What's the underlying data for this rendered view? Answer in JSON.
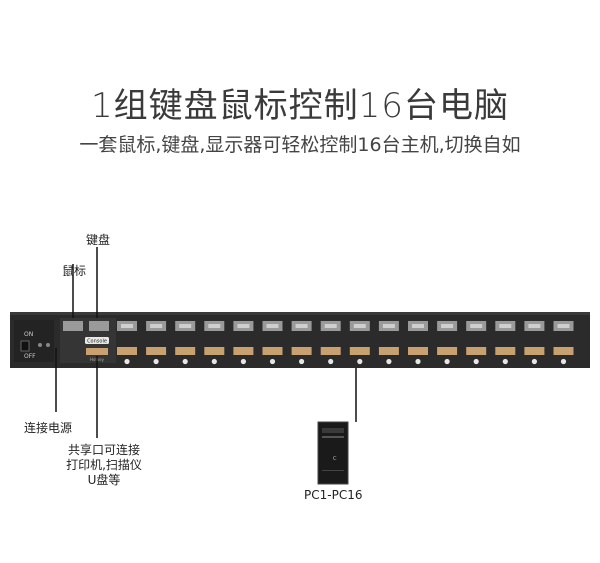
{
  "header": {
    "title": "1组键盘鼠标控制16台电脑",
    "subtitle": "一套鼠标,键盘,显示器可轻松控制16台主机,切换自如"
  },
  "device": {
    "power_on_label": "ON",
    "power_off_label": "OFF",
    "console_badge": "Console",
    "usb_label": "Hotkey",
    "port_count": 16
  },
  "callouts": {
    "keyboard": "键盘",
    "mouse": "鼠标",
    "power": "连接电源",
    "shared_port_lines": [
      "共享口可连接",
      "打印机,扫描仪",
      "U盘等"
    ],
    "pc_range": "PC1-PC16"
  },
  "colors": {
    "chassis": "#2b2b2b",
    "port": "#9a9a9a",
    "vga": "#c9a070",
    "accent": "#ffffff"
  }
}
